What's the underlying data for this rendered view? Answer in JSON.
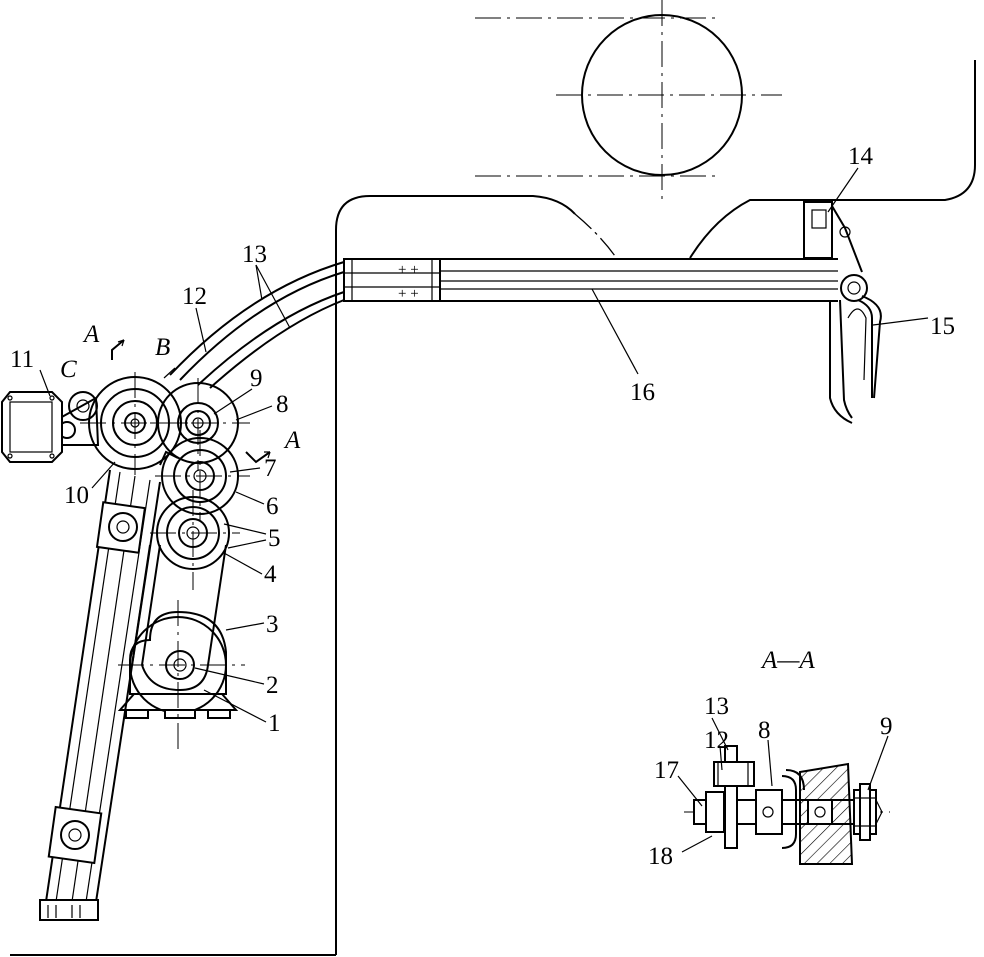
{
  "section_title": "A—A",
  "labels": {
    "n1": "1",
    "n2": "2",
    "n3": "3",
    "n4": "4",
    "n5": "5",
    "n6": "6",
    "n7": "7",
    "n8": "8",
    "n9": "9",
    "n10": "10",
    "n11": "11",
    "n12": "12",
    "n13": "13",
    "n14": "14",
    "n15": "15",
    "n16": "16"
  },
  "view_marks": {
    "a_left": "A",
    "a_right": "A",
    "b": "B",
    "c": "C"
  },
  "section_labels": {
    "s13": "13",
    "s12": "12",
    "s8": "8",
    "s9": "9",
    "s17": "17",
    "s18": "18"
  }
}
